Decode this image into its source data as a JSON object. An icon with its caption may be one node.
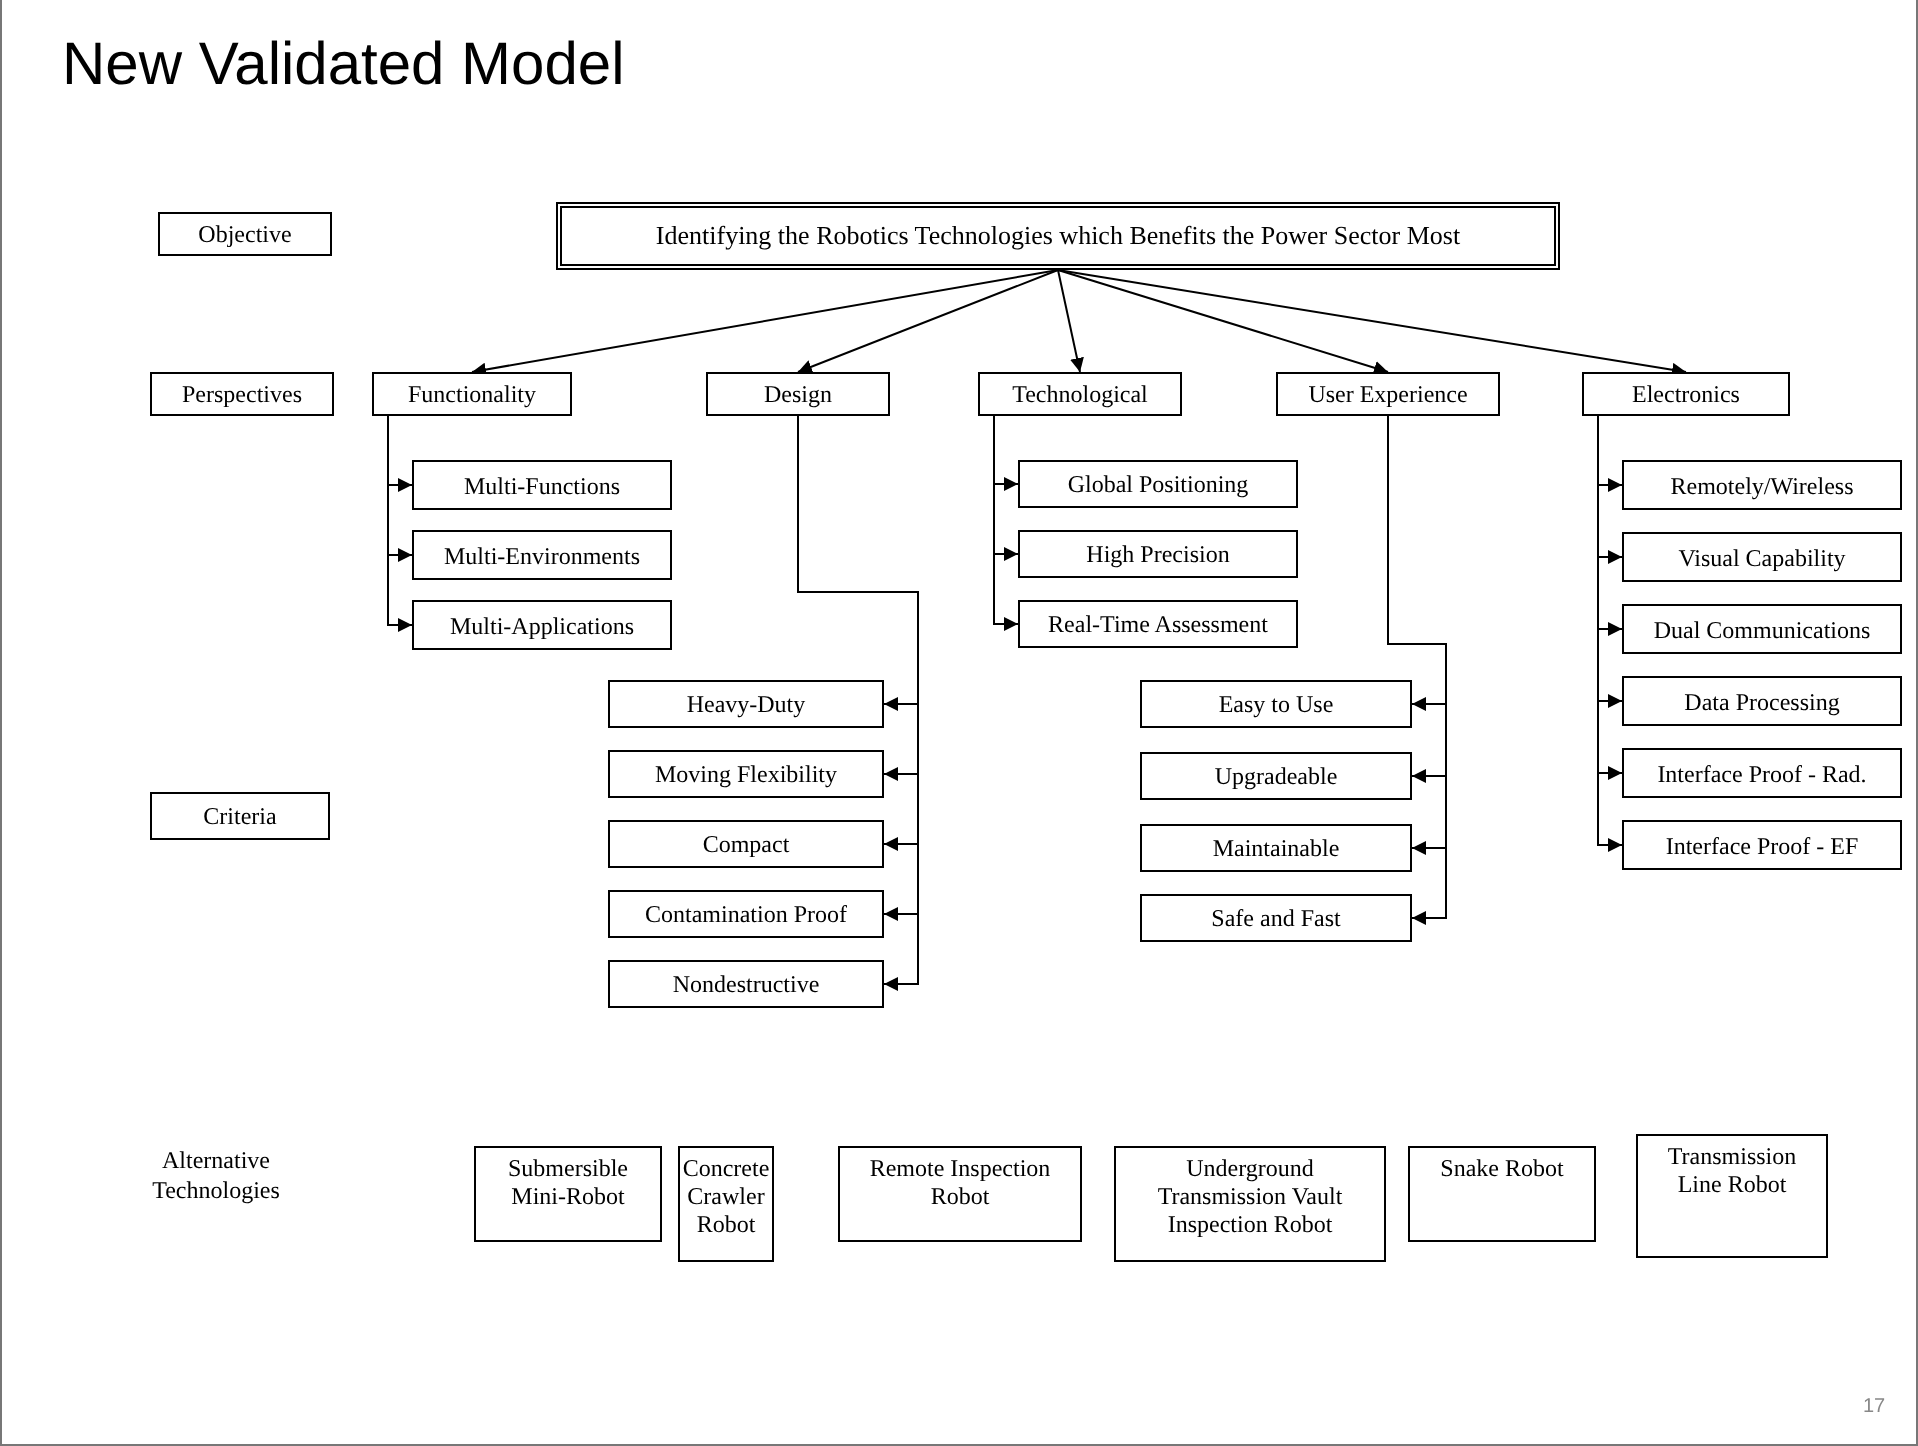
{
  "diagram": {
    "title": "New Validated Model",
    "nodes": [
      {
        "text": [
          "Objective"
        ]
      },
      {
        "text": [
          "Identifying the Robotics Technologies which Benefits the Power Sector Most"
        ]
      },
      {
        "text": [
          "Perspectives"
        ]
      },
      {
        "text": [
          "Functionality"
        ]
      },
      {
        "text": [
          "Design"
        ]
      },
      {
        "text": [
          "Technological"
        ]
      },
      {
        "text": [
          "User Experience"
        ]
      },
      {
        "text": [
          "Electronics"
        ]
      },
      {
        "text": [
          "Multi-Functions"
        ]
      },
      {
        "text": [
          "Multi-Environments"
        ]
      },
      {
        "text": [
          "Multi-Applications"
        ]
      },
      {
        "text": [
          "Global Positioning"
        ]
      },
      {
        "text": [
          "High Precision"
        ]
      },
      {
        "text": [
          "Real-Time Assessment"
        ]
      },
      {
        "text": [
          "Remotely/Wireless"
        ]
      },
      {
        "text": [
          "Visual Capability"
        ]
      },
      {
        "text": [
          "Dual Communications"
        ]
      },
      {
        "text": [
          "Data Processing"
        ]
      },
      {
        "text": [
          "Interface Proof - Rad."
        ]
      },
      {
        "text": [
          "Interface Proof - EF"
        ]
      },
      {
        "text": [
          "Heavy-Duty"
        ]
      },
      {
        "text": [
          "Moving Flexibility"
        ]
      },
      {
        "text": [
          "Compact"
        ]
      },
      {
        "text": [
          "Contamination Proof"
        ]
      },
      {
        "text": [
          "Nondestructive"
        ]
      },
      {
        "text": [
          "Criteria"
        ]
      },
      {
        "text": [
          "Easy to Use"
        ]
      },
      {
        "text": [
          "Upgradeable"
        ]
      },
      {
        "text": [
          "Maintainable"
        ]
      },
      {
        "text": [
          "Safe and Fast"
        ]
      },
      {
        "text": [
          "Submersible Mini-Robot"
        ]
      },
      {
        "text": [
          "Concrete Crawler Robot"
        ]
      },
      {
        "text": [
          "Remote Inspection Robot"
        ]
      },
      {
        "text": [
          "Underground Transmission Vault Inspection Robot"
        ]
      },
      {
        "text": [
          "Snake Robot"
        ]
      },
      {
        "text": [
          "Transmission Line Robot"
        ]
      }
    ],
    "edges": [
      {
        "from": 1,
        "to": 3,
        "arrow": "to"
      },
      {
        "from": 1,
        "to": 4,
        "arrow": "to"
      },
      {
        "from": 1,
        "to": 5,
        "arrow": "to"
      },
      {
        "from": 1,
        "to": 6,
        "arrow": "to"
      },
      {
        "from": 1,
        "to": 7,
        "arrow": "to"
      },
      {
        "from": 3,
        "to": 8,
        "arrow": "to"
      },
      {
        "from": 3,
        "to": 9,
        "arrow": "to"
      },
      {
        "from": 3,
        "to": 10,
        "arrow": "to"
      },
      {
        "from": 5,
        "to": 11,
        "arrow": "to"
      },
      {
        "from": 5,
        "to": 12,
        "arrow": "to"
      },
      {
        "from": 5,
        "to": 13,
        "arrow": "to"
      },
      {
        "from": 7,
        "to": 14,
        "arrow": "to"
      },
      {
        "from": 7,
        "to": 15,
        "arrow": "to"
      },
      {
        "from": 7,
        "to": 16,
        "arrow": "to"
      },
      {
        "from": 7,
        "to": 17,
        "arrow": "to"
      },
      {
        "from": 7,
        "to": 18,
        "arrow": "to"
      },
      {
        "from": 7,
        "to": 19,
        "arrow": "to"
      },
      {
        "from": 4,
        "to": 20,
        "arrow": "to"
      },
      {
        "from": 4,
        "to": 21,
        "arrow": "to"
      },
      {
        "from": 4,
        "to": 22,
        "arrow": "to"
      },
      {
        "from": 4,
        "to": 23,
        "arrow": "to"
      },
      {
        "from": 4,
        "to": 24,
        "arrow": "to"
      },
      {
        "from": 6,
        "to": 26,
        "arrow": "to"
      },
      {
        "from": 6,
        "to": 27,
        "arrow": "to"
      },
      {
        "from": 6,
        "to": 28,
        "arrow": "to"
      },
      {
        "from": 6,
        "to": 29,
        "arrow": "to"
      }
    ],
    "labels": [
      "Alternative Technologies",
      "17"
    ]
  }
}
